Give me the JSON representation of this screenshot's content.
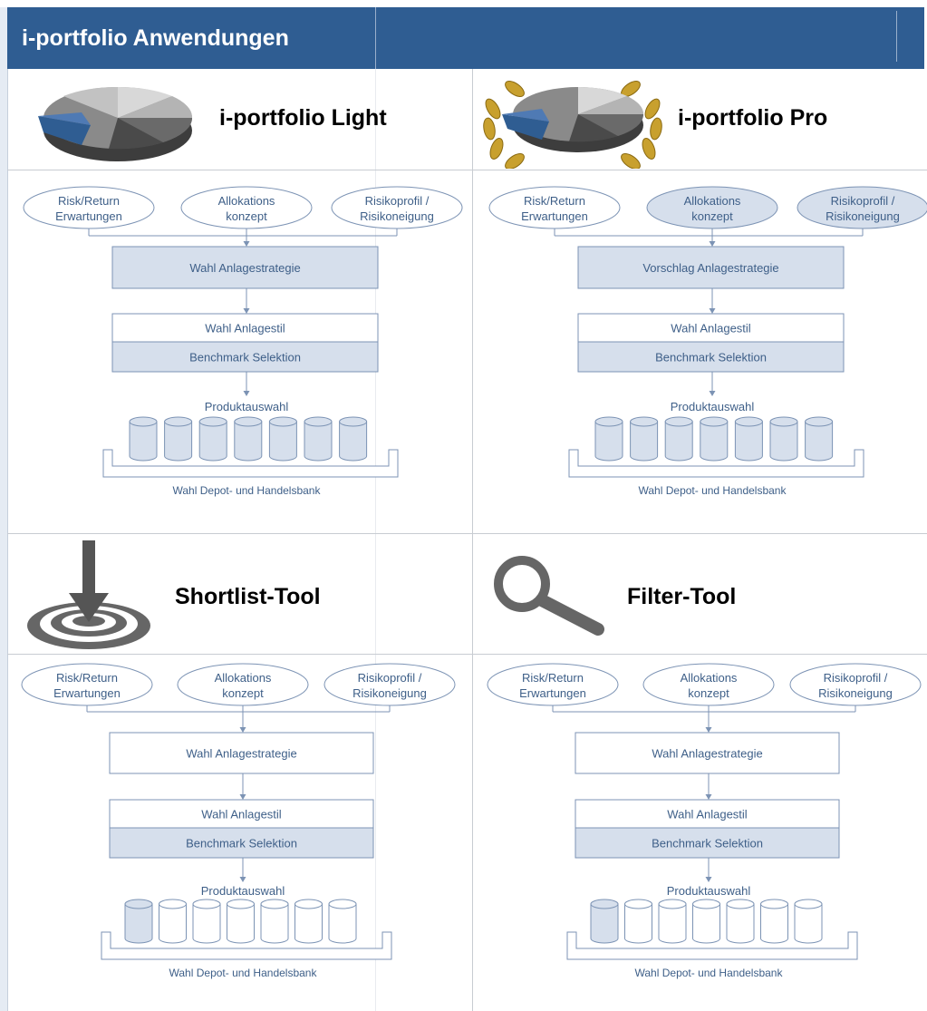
{
  "header": {
    "title": "i-portfolio Anwendungen"
  },
  "quadrants": [
    {
      "title": "i-portfolio Light",
      "icon": "pie-chart-icon",
      "inputs": [
        {
          "lines": [
            "Risk/Return",
            "Erwartungen"
          ],
          "filled": false
        },
        {
          "lines": [
            "Allokations",
            "konzept"
          ],
          "filled": false
        },
        {
          "lines": [
            "Risikoprofil /",
            "Risikoneigung"
          ],
          "filled": false
        }
      ],
      "strategy": {
        "label": "Wahl Anlagestrategie",
        "filled": true
      },
      "stil": {
        "label": "Wahl Anlagestil",
        "filled": false
      },
      "benchmark": {
        "label": "Benchmark Selektion",
        "filled": true
      },
      "produkt_label": "Produktauswahl",
      "cylinders_filled": [
        true,
        true,
        true,
        true,
        true,
        true,
        true
      ],
      "depot_label": "Wahl Depot-  und Handelsbank"
    },
    {
      "title": "i-portfolio Pro",
      "icon": "laurel-pie-chart-icon",
      "inputs": [
        {
          "lines": [
            "Risk/Return",
            "Erwartungen"
          ],
          "filled": false
        },
        {
          "lines": [
            "Allokations",
            "konzept"
          ],
          "filled": true
        },
        {
          "lines": [
            "Risikoprofil /",
            "Risikoneigung"
          ],
          "filled": true
        }
      ],
      "strategy": {
        "label": "Vorschlag Anlagestrategie",
        "filled": true
      },
      "stil": {
        "label": "Wahl Anlagestil",
        "filled": false
      },
      "benchmark": {
        "label": "Benchmark Selektion",
        "filled": true
      },
      "produkt_label": "Produktauswahl",
      "cylinders_filled": [
        true,
        true,
        true,
        true,
        true,
        true,
        true
      ],
      "depot_label": "Wahl Depot-  und Handelsbank"
    },
    {
      "title": "Shortlist-Tool",
      "icon": "target-arrow-icon",
      "inputs": [
        {
          "lines": [
            "Risk/Return",
            "Erwartungen"
          ],
          "filled": false
        },
        {
          "lines": [
            "Allokations",
            "konzept"
          ],
          "filled": false
        },
        {
          "lines": [
            "Risikoprofil /",
            "Risikoneigung"
          ],
          "filled": false
        }
      ],
      "strategy": {
        "label": "Wahl Anlagestrategie",
        "filled": false
      },
      "stil": {
        "label": "Wahl Anlagestil",
        "filled": false
      },
      "benchmark": {
        "label": "Benchmark Selektion",
        "filled": true
      },
      "produkt_label": "Produktauswahl",
      "cylinders_filled": [
        true,
        false,
        false,
        false,
        false,
        false,
        false
      ],
      "depot_label": "Wahl Depot-  und Handelsbank"
    },
    {
      "title": "Filter-Tool",
      "icon": "magnifier-icon",
      "inputs": [
        {
          "lines": [
            "Risk/Return",
            "Erwartungen"
          ],
          "filled": false
        },
        {
          "lines": [
            "Allokations",
            "konzept"
          ],
          "filled": false
        },
        {
          "lines": [
            "Risikoprofil /",
            "Risikoneigung"
          ],
          "filled": false
        }
      ],
      "strategy": {
        "label": "Wahl Anlagestrategie",
        "filled": false
      },
      "stil": {
        "label": "Wahl Anlagestil",
        "filled": false
      },
      "benchmark": {
        "label": "Benchmark Selektion",
        "filled": true
      },
      "produkt_label": "Produktauswahl",
      "cylinders_filled": [
        true,
        false,
        false,
        false,
        false,
        false,
        false
      ],
      "depot_label": "Wahl Depot-  und Handelsbank"
    }
  ],
  "colors": {
    "header_bg": "#2f5d92",
    "diagram_stroke": "#7c93b4",
    "diagram_fill": "#d6dfec",
    "diagram_text": "#3e5f88"
  }
}
